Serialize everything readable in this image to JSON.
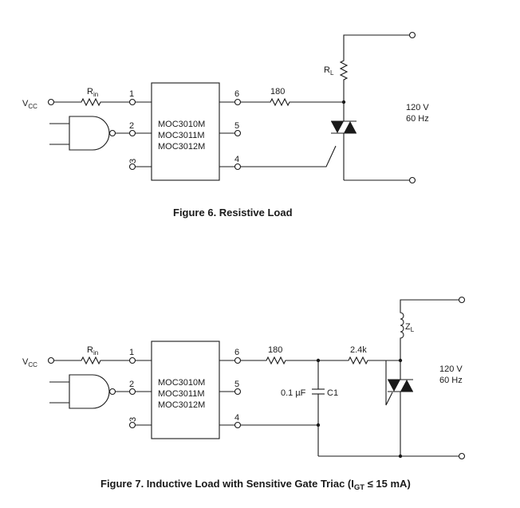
{
  "figure6": {
    "vcc_main": "V",
    "vcc_sub": "CC",
    "rin_main": "R",
    "rin_sub": "in",
    "pins": [
      "1",
      "2",
      "3",
      "4",
      "5",
      "6"
    ],
    "ic_lines": [
      "MOC3010M",
      "MOC3011M",
      "MOC3012M"
    ],
    "resistor_180": "180",
    "load_main": "R",
    "load_sub": "L",
    "supply_voltage": "120 V",
    "supply_freq": "60 Hz",
    "caption": "Figure 6. Resistive Load"
  },
  "figure7": {
    "vcc_main": "V",
    "vcc_sub": "CC",
    "rin_main": "R",
    "rin_sub": "in",
    "pins": [
      "1",
      "2",
      "3",
      "4",
      "5",
      "6"
    ],
    "ic_lines": [
      "MOC3010M",
      "MOC3011M",
      "MOC3012M"
    ],
    "resistor_180": "180",
    "resistor_2k4": "2.4k",
    "cap_value": "0.1 µF",
    "cap_name": "C1",
    "load_main": "Z",
    "load_sub": "L",
    "supply_voltage": "120 V",
    "supply_freq": "60 Hz",
    "caption_main": "Figure 7. Inductive Load with Sensitive Gate Triac (I",
    "caption_sub": "GT",
    "caption_rest": " ≤ 15 mA)"
  }
}
